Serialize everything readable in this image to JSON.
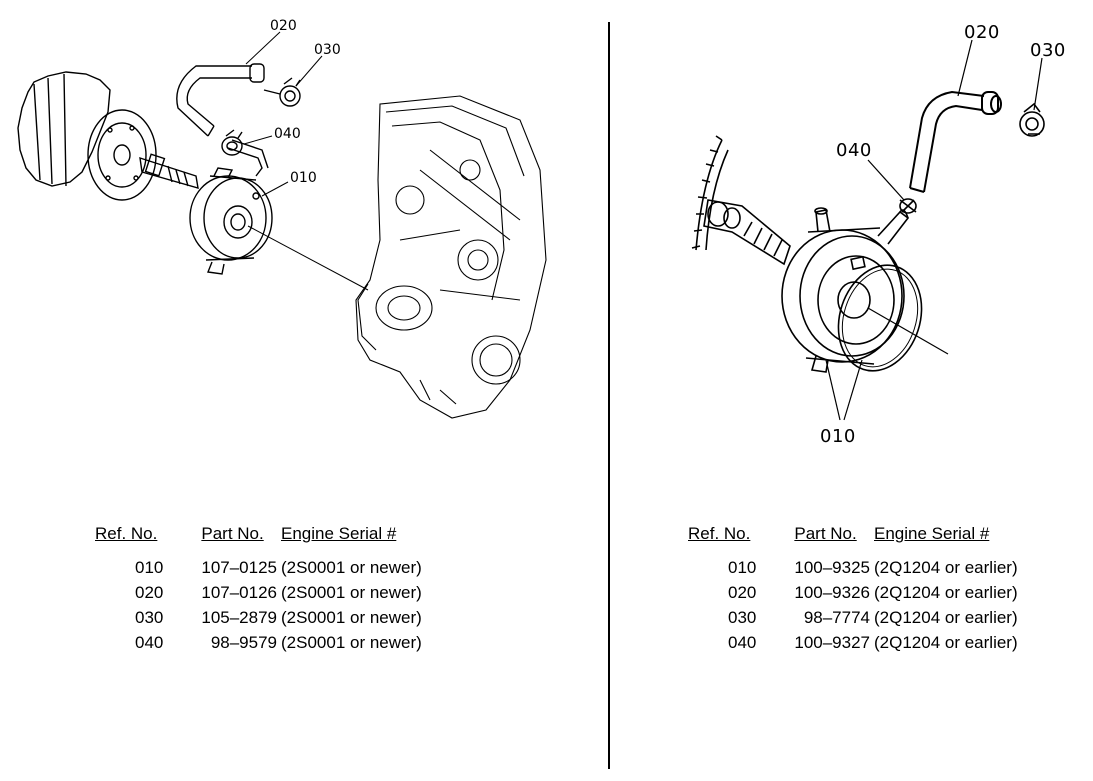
{
  "left": {
    "callouts": [
      "020",
      "030",
      "040",
      "010"
    ],
    "headers": {
      "ref": "Ref. No.",
      "part": "Part No.",
      "serial": "Engine Serial #"
    },
    "rows": [
      {
        "ref": "010",
        "part": "107–0125",
        "serial": "(2S0001 or newer)"
      },
      {
        "ref": "020",
        "part": "107–0126",
        "serial": "(2S0001 or newer)"
      },
      {
        "ref": "030",
        "part": "105–2879",
        "serial": "(2S0001 or newer)"
      },
      {
        "ref": "040",
        "part": "98–9579",
        "serial": "(2S0001 or newer)"
      }
    ]
  },
  "right": {
    "callouts": [
      "020",
      "030",
      "040",
      "010"
    ],
    "headers": {
      "ref": "Ref. No.",
      "part": "Part No.",
      "serial": "Engine Serial #"
    },
    "rows": [
      {
        "ref": "010",
        "part": "100–9325",
        "serial": "(2Q1204 or earlier)"
      },
      {
        "ref": "020",
        "part": "100–9326",
        "serial": "(2Q1204 or earlier)"
      },
      {
        "ref": "030",
        "part": "98–7774",
        "serial": "(2Q1204 or earlier)"
      },
      {
        "ref": "040",
        "part": "100–9327",
        "serial": "(2Q1204 or earlier)"
      }
    ]
  }
}
